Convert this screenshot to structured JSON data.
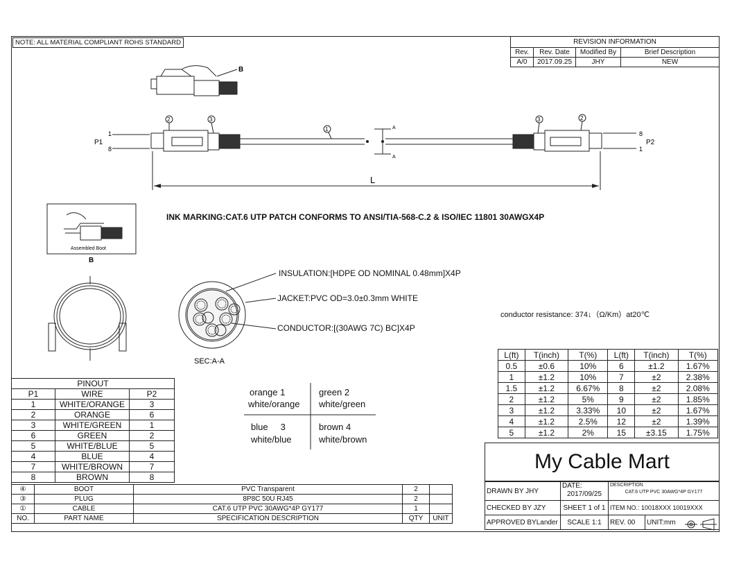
{
  "note": "NOTE: ALL MATERIAL COMPLIANT ROHS STANDARD",
  "revision": {
    "title": "REVISION INFORMATION",
    "headers": [
      "Rev.",
      "Rev. Date",
      "Modified By",
      "Brief Description"
    ],
    "row": [
      "A/0",
      "2017.09.25",
      "JHY",
      "NEW"
    ]
  },
  "drawing": {
    "label_b_top": "B",
    "p1": "P1",
    "p2": "P2",
    "pin1_left": "1",
    "pin8_left": "8",
    "pin8_right": "8",
    "pin1_right": "1",
    "callout_2": "2",
    "callout_3": "3",
    "callout_1": "1",
    "section_a": "A",
    "length": "L",
    "boot_caption": "Assembled Boot",
    "label_b_bottom": "B",
    "section_caption": "SEC:A-A"
  },
  "ink_marking": "INK MARKING:CAT.6 UTP PATCH CONFORMS TO ANSI/TIA-568-C.2 & ISO/IEC 11801 30AWGX4P",
  "insulation": "INSULATION:[HDPE OD NOMINAL 0.48mm]X4P",
  "jacket": "JACKET:PVC OD=3.0±0.3mm WHITE",
  "conductor": "CONDUCTOR:[(30AWG 7C) BC]X4P",
  "resistance": "conductor resistance: 374↓（Ω/Km）at20℃",
  "tolerance": {
    "headers": [
      "L(ft)",
      "T(inch)",
      "T(%)",
      "L(ft)",
      "T(inch)",
      "T(%)"
    ],
    "rows": [
      [
        "0.5",
        "±0.6",
        "10%",
        "6",
        "±1.2",
        "1.67%"
      ],
      [
        "1",
        "±1.2",
        "10%",
        "7",
        "±2",
        "2.38%"
      ],
      [
        "1.5",
        "±1.2",
        "6.67%",
        "8",
        "±2",
        "2.08%"
      ],
      [
        "2",
        "±1.2",
        "5%",
        "9",
        "±2",
        "1.85%"
      ],
      [
        "3",
        "±1.2",
        "3.33%",
        "10",
        "±2",
        "1.67%"
      ],
      [
        "4",
        "±1.2",
        "2.5%",
        "12",
        "±2",
        "1.39%"
      ],
      [
        "5",
        "±1.2",
        "2%",
        "15",
        "±3.15",
        "1.75%"
      ]
    ]
  },
  "pinout": {
    "title": "PINOUT",
    "headers": [
      "P1",
      "WIRE",
      "P2"
    ],
    "rows": [
      [
        "1",
        "WHITE/ORANGE",
        "3"
      ],
      [
        "2",
        "ORANGE",
        "6"
      ],
      [
        "3",
        "WHITE/GREEN",
        "1"
      ],
      [
        "6",
        "GREEN",
        "2"
      ],
      [
        "5",
        "WHITE/BLUE",
        "5"
      ],
      [
        "4",
        "BLUE",
        "4"
      ],
      [
        "7",
        "WHITE/BROWN",
        "7"
      ],
      [
        "8",
        "BROWN",
        "8"
      ]
    ]
  },
  "pairs": {
    "p1a": "orange 1",
    "p1b": "white/orange",
    "p2a": "green  2",
    "p2b": "white/green",
    "p3a": "blue     3",
    "p3b": "white/blue",
    "p4a": "brown 4",
    "p4b": "white/brown"
  },
  "bom": {
    "rows": [
      [
        "④",
        "BOOT",
        "PVC Transparent",
        "2",
        ""
      ],
      [
        "③",
        "PLUG",
        "8P8C 50U RJ45",
        "2",
        ""
      ],
      [
        "①",
        "CABLE",
        "CAT.6 UTP PVC 30AWG*4P GY177",
        "1",
        ""
      ]
    ],
    "headers": [
      "NO.",
      "PART NAME",
      "SPECIFICATION DESCRIPTION",
      "QTY",
      "UNIT"
    ]
  },
  "title_block": {
    "company": "My Cable Mart",
    "drawn_by": "DRAWN BY   JHY",
    "date_label": "DATE:",
    "date": "2017/09/25",
    "desc_label": "DESCRIPTION",
    "desc": "CAT.6 UTP PVC 30AWG*4P GY177",
    "checked_by": "CHECKED BY   JZY",
    "sheet": "SHEET 1 of 1",
    "item_no": "ITEM NO.: 10018XXX   10019XXX",
    "approved_by": "APPROVED BYLander",
    "scale": "SCALE 1:1",
    "rev": "REV. 00",
    "unit": "UNIT:mm"
  }
}
